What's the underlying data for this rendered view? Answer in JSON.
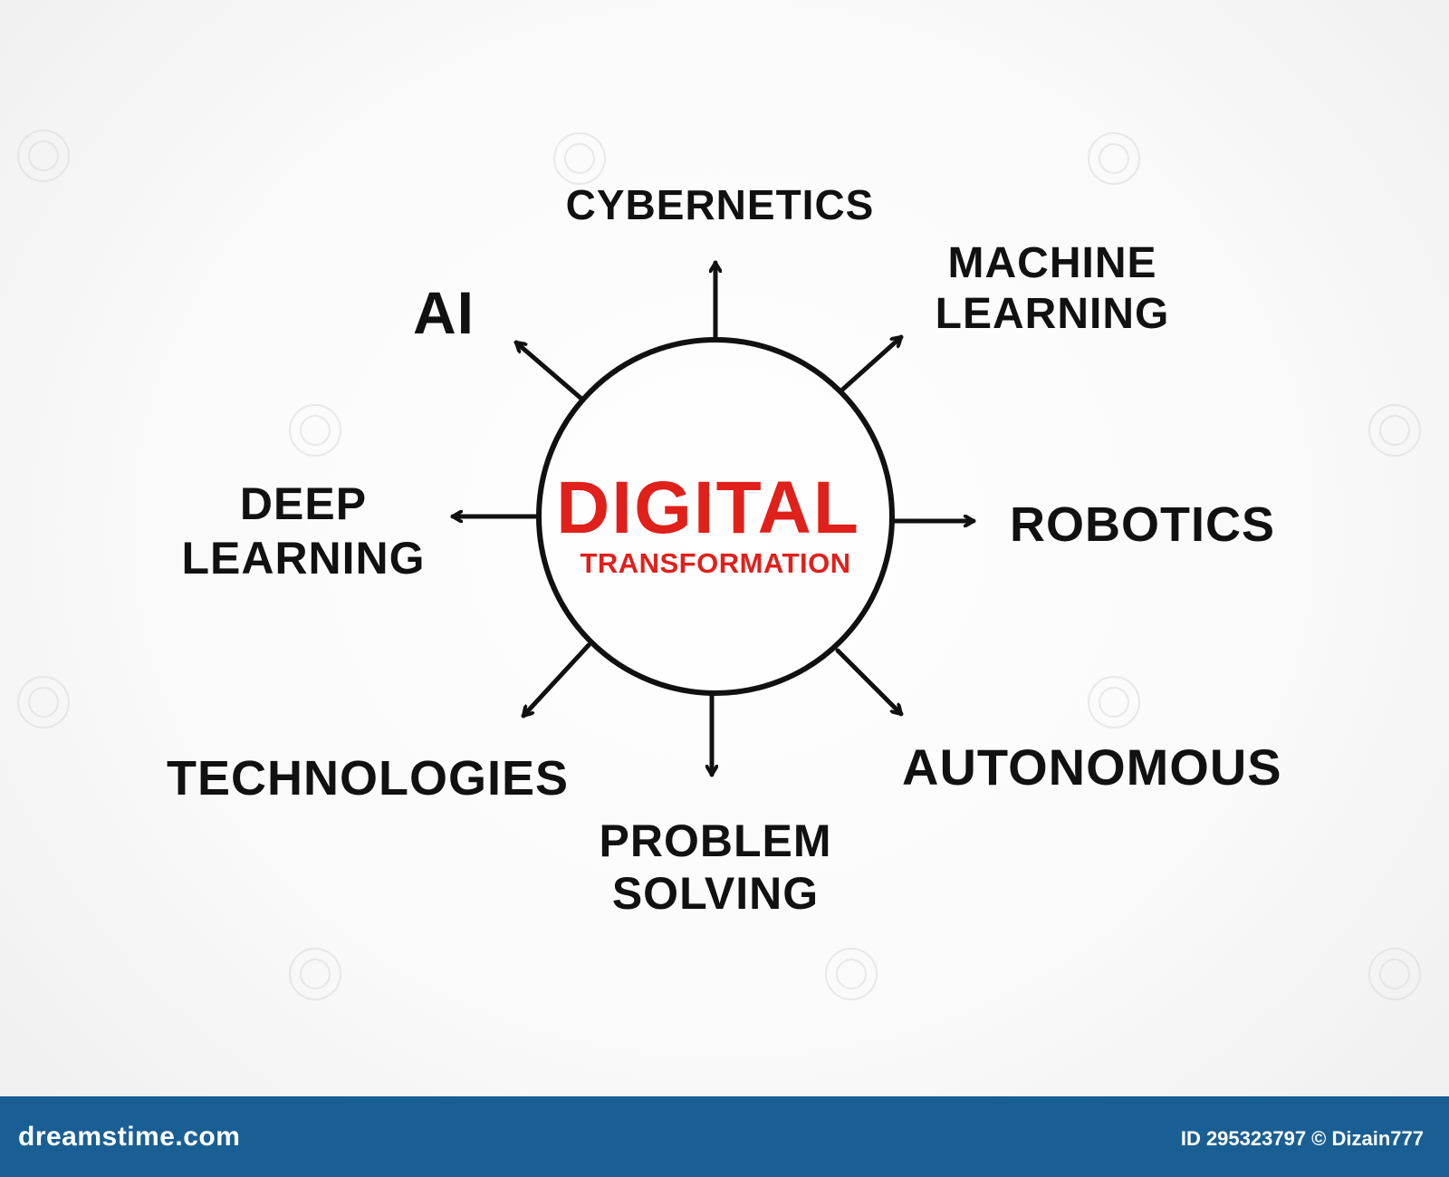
{
  "diagram": {
    "center": {
      "title": "DIGITAL",
      "subtitle": "TRANSFORMATION"
    },
    "nodes": {
      "cybernetics": [
        "CYBERNETICS"
      ],
      "machine_learning": [
        "MACHINE",
        "LEARNING"
      ],
      "robotics": [
        "ROBOTICS"
      ],
      "autonomous": [
        "AUTONOMOUS"
      ],
      "problem_solving": [
        "PROBLEM",
        "SOLVING"
      ],
      "technologies": [
        "TECHNOLOGIES"
      ],
      "deep_learning": [
        "DEEP",
        "LEARNING"
      ],
      "ai": [
        "AI"
      ]
    },
    "colors": {
      "center_text": "#e0201b",
      "labels": "#111111",
      "stroke": "#111111"
    }
  },
  "footer": {
    "brand": "dreamstime.com",
    "credit": "ID 295323797 © Dizain777",
    "background": "#1a5f94"
  }
}
